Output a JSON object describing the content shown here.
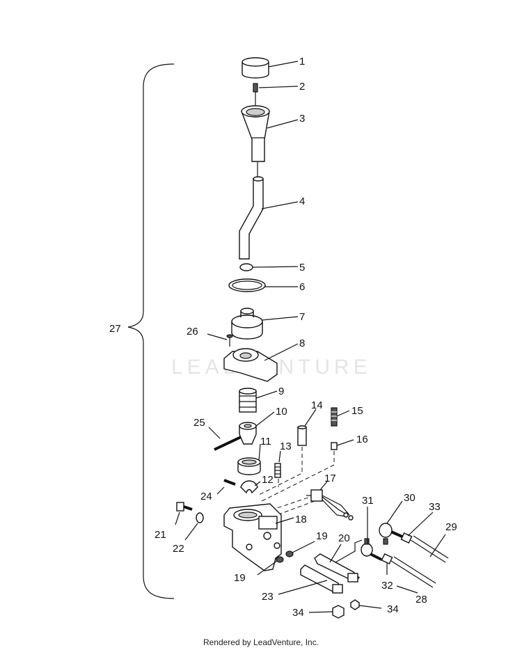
{
  "watermark": "LEADVENTURE",
  "footer": "Rendered by LeadVenture, Inc.",
  "callouts": [
    "1",
    "2",
    "3",
    "4",
    "5",
    "6",
    "7",
    "8",
    "9",
    "10",
    "11",
    "12",
    "13",
    "14",
    "15",
    "16",
    "17",
    "18",
    "19",
    "19",
    "20",
    "21",
    "22",
    "23",
    "24",
    "25",
    "26",
    "27",
    "28",
    "29",
    "30",
    "31",
    "32",
    "33",
    "34",
    "34"
  ]
}
